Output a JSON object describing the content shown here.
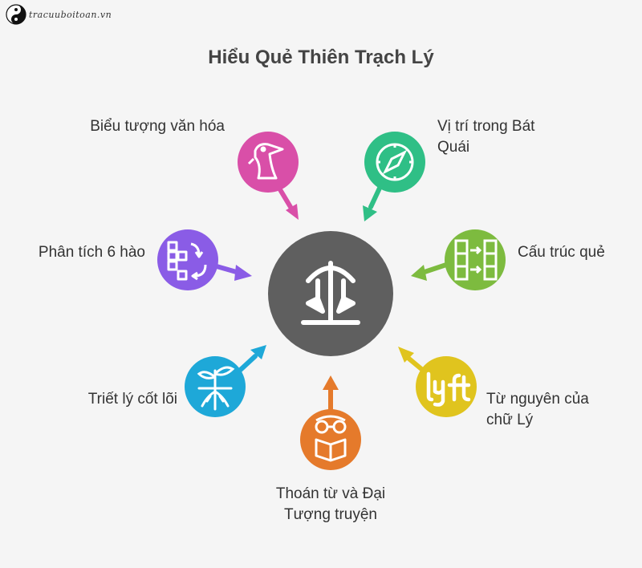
{
  "logo_text": "tracuuboitoan.vn",
  "title": "Hiểu Quẻ Thiên Trạch Lý",
  "center": {
    "color": "#5f5f5f",
    "icon": "carousel-icon"
  },
  "nodes": [
    {
      "key": "bieu-tuong",
      "label": "Biểu tượng văn hóa",
      "color": "#d94fa8",
      "icon": "bird-icon"
    },
    {
      "key": "vi-tri",
      "label": "Vị trí trong Bát Quái",
      "color": "#2fbf86",
      "icon": "compass-icon"
    },
    {
      "key": "cau-truc",
      "label": "Cấu trúc quẻ",
      "color": "#7dbb3f",
      "icon": "structure-icon"
    },
    {
      "key": "tu-nguyen",
      "label": "Từ nguyên của chữ Lý",
      "color": "#e0c41e",
      "icon": "lyft-icon"
    },
    {
      "key": "thoan-tu",
      "label": "Thoán từ và Đại Tượng truyện",
      "color": "#e57a2b",
      "icon": "reader-icon"
    },
    {
      "key": "triet-ly",
      "label": "Triết lý cốt lõi",
      "color": "#1ea8d8",
      "icon": "roots-icon"
    },
    {
      "key": "phan-tich",
      "label": "Phân tích 6 hào",
      "color": "#8a5ce6",
      "icon": "blocks-icon"
    }
  ]
}
